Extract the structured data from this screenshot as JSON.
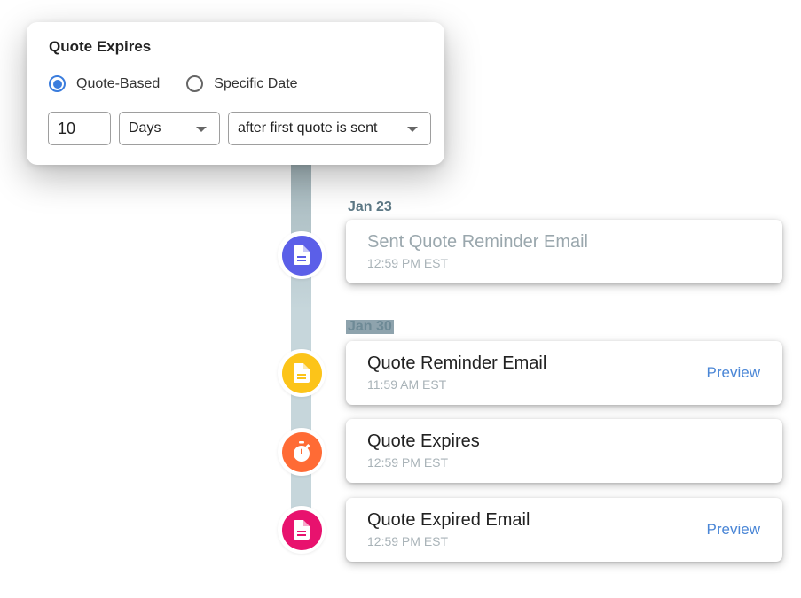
{
  "panel": {
    "title": "Quote Expires",
    "radios": [
      {
        "label": "Quote-Based",
        "checked": true
      },
      {
        "label": "Specific Date",
        "checked": false
      }
    ],
    "amount_value": "10",
    "unit_selected": "Days",
    "anchor_selected": "after first quote is sent"
  },
  "colors": {
    "accent": "#3b7ddd",
    "track": "#c6d6db",
    "link": "#4a86d6",
    "date_label": "#5d7986"
  },
  "timeline": {
    "dates": [
      {
        "label": "Jan 23"
      },
      {
        "label": "Jan 30"
      }
    ],
    "events": [
      {
        "title": "Sent Quote Reminder Email",
        "time": "12:59 PM EST",
        "icon": "document-icon",
        "color": "#5b5fe8",
        "status": "sent",
        "action": ""
      },
      {
        "title": "Quote Reminder Email",
        "time": "11:59 AM EST",
        "icon": "document-icon",
        "color": "#fcc419",
        "status": "scheduled",
        "action": "Preview"
      },
      {
        "title": "Quote Expires",
        "time": "12:59 PM EST",
        "icon": "stopwatch-icon",
        "color": "#ff6b35",
        "status": "scheduled",
        "action": ""
      },
      {
        "title": "Quote Expired Email",
        "time": "12:59 PM EST",
        "icon": "document-icon",
        "color": "#e8126e",
        "status": "scheduled",
        "action": "Preview"
      }
    ]
  }
}
